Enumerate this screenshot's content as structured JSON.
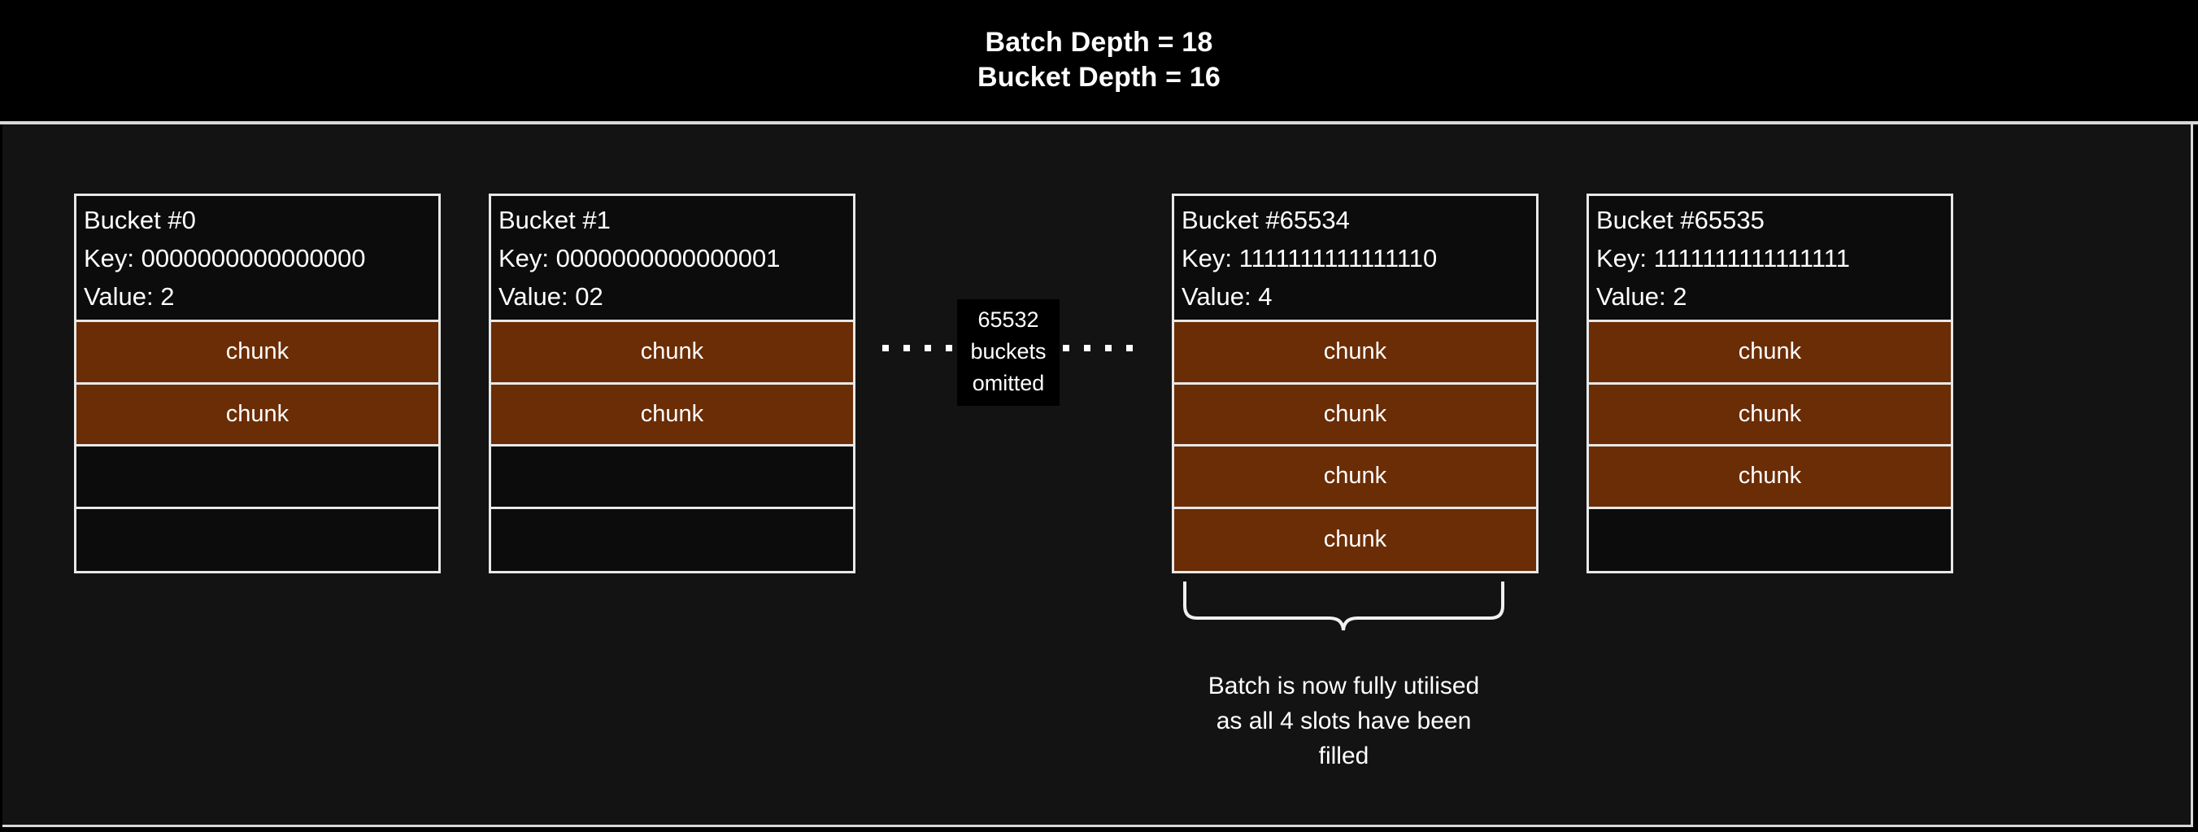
{
  "header": {
    "line1": "Batch Depth = 18",
    "line2": "Bucket Depth = 16"
  },
  "buckets": [
    {
      "title": "Bucket #0",
      "key_line": "Key: 0000000000000000",
      "value_line": "Value: 2",
      "slots": [
        {
          "label": "chunk",
          "filled": true
        },
        {
          "label": "chunk",
          "filled": true
        },
        {
          "label": "",
          "filled": false
        },
        {
          "label": "",
          "filled": false
        }
      ]
    },
    {
      "title": "Bucket #1",
      "key_line": "Key: 0000000000000001",
      "value_line": "Value: 02",
      "slots": [
        {
          "label": "chunk",
          "filled": true
        },
        {
          "label": "chunk",
          "filled": true
        },
        {
          "label": "",
          "filled": false
        },
        {
          "label": "",
          "filled": false
        }
      ]
    },
    {
      "title": "Bucket #65534",
      "key_line": "Key: 1111111111111110",
      "value_line": "Value: 4",
      "slots": [
        {
          "label": "chunk",
          "filled": true
        },
        {
          "label": "chunk",
          "filled": true
        },
        {
          "label": "chunk",
          "filled": true
        },
        {
          "label": "chunk",
          "filled": true
        }
      ]
    },
    {
      "title": "Bucket #65535",
      "key_line": "Key: 1111111111111111",
      "value_line": "Value: 2",
      "slots": [
        {
          "label": "chunk",
          "filled": true
        },
        {
          "label": "chunk",
          "filled": true
        },
        {
          "label": "chunk",
          "filled": true
        },
        {
          "label": "",
          "filled": false
        }
      ]
    }
  ],
  "omitted": {
    "count_line": "65532",
    "word_line": "buckets",
    "state_line": "omitted"
  },
  "annotation": {
    "caption_line1": "Batch is now fully utilised",
    "caption_line2": "as all 4 slots have been",
    "caption_line3": "filled"
  },
  "colors": {
    "chunk_fill": "#6b2d06",
    "border": "#e8e8e8",
    "background": "#131313",
    "header_background": "#000000",
    "text": "#ffffff"
  }
}
